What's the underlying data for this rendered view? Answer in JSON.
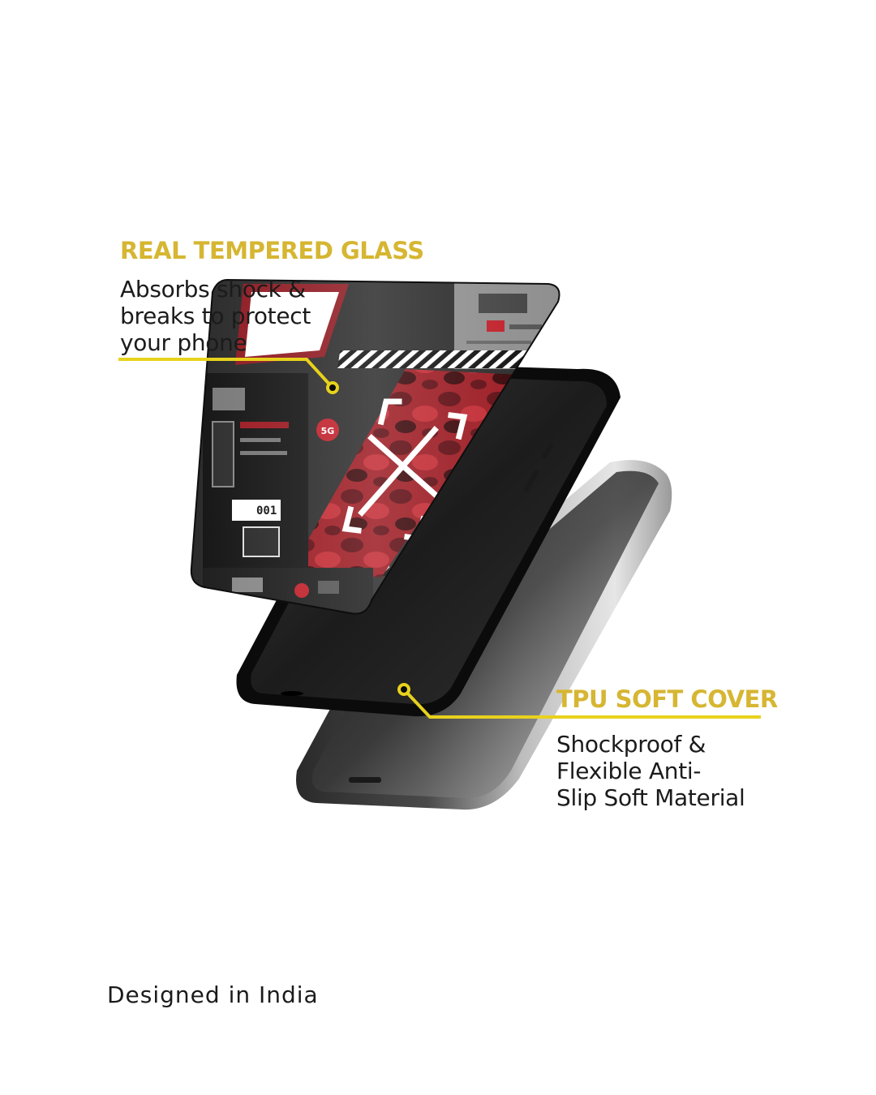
{
  "colors": {
    "accent": "#d6b632",
    "callout_line": "#e7d21c",
    "text": "#1b1b1b",
    "background": "#ffffff",
    "case_red": "#9c1a22",
    "case_dark": "#141414"
  },
  "callouts": {
    "glass": {
      "heading": "REAL TEMPERED GLASS",
      "lines": [
        "Absorbs shock &",
        "breaks to protect",
        "your phone"
      ]
    },
    "tpu": {
      "heading": "TPU SOFT COVER",
      "lines": [
        "Shockproof &",
        "Flexible Anti-",
        "Slip Soft Material"
      ]
    }
  },
  "case_graphic": {
    "badge_5g": "5G",
    "code": "001"
  },
  "footer": {
    "text": "Designed in India"
  }
}
